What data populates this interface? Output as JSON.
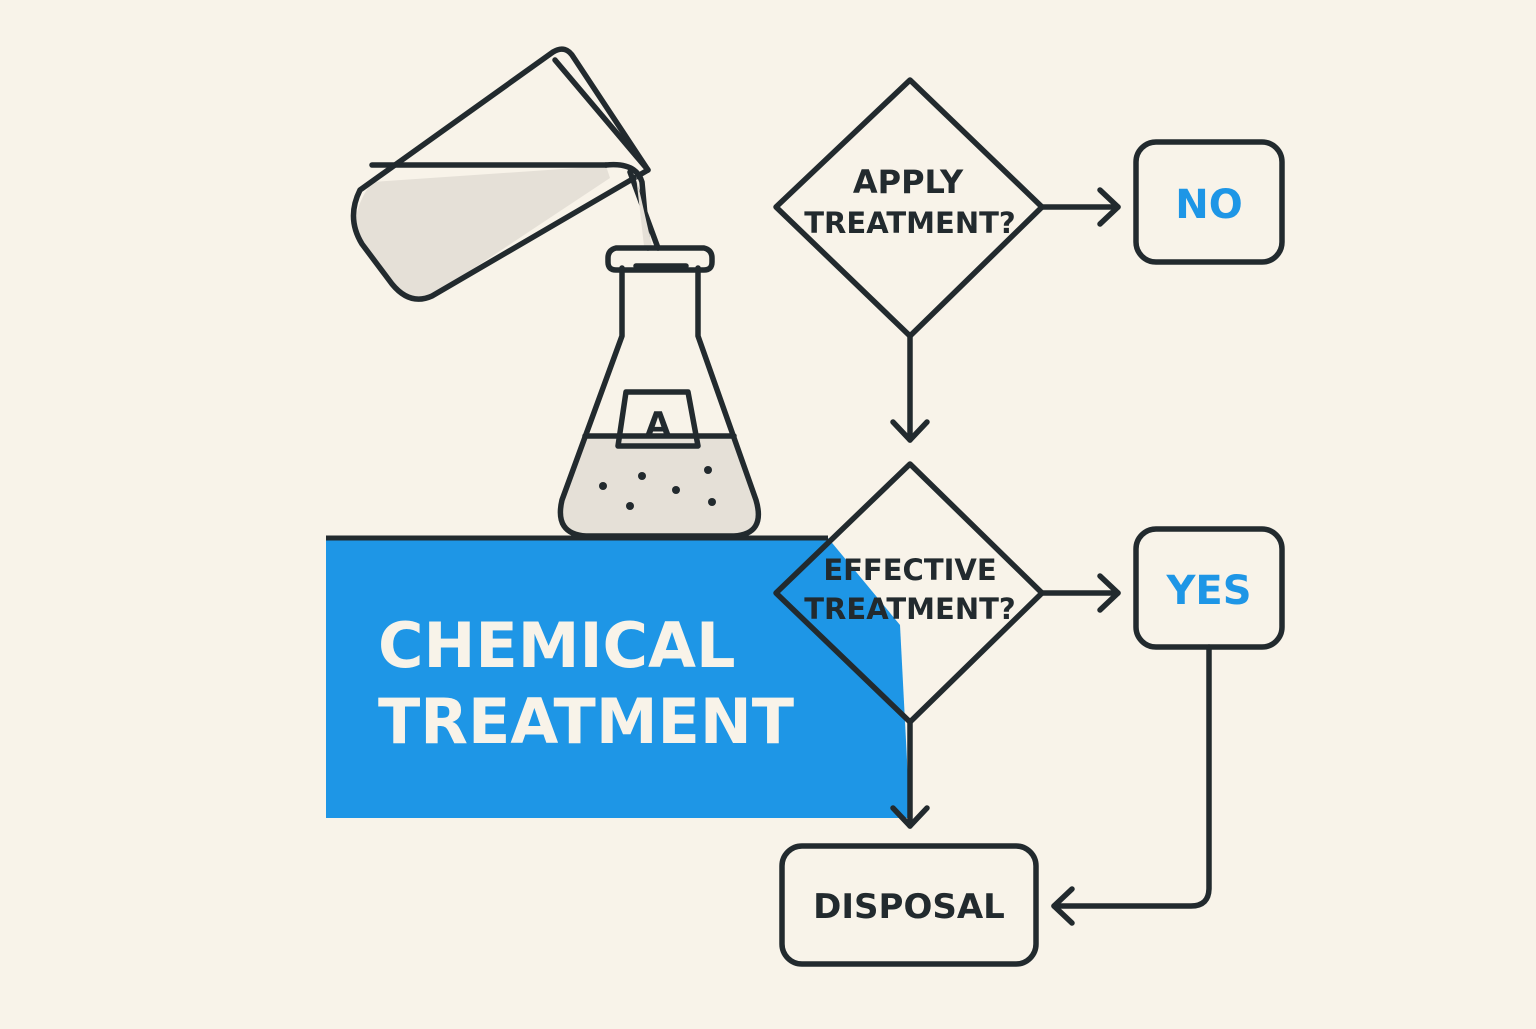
{
  "colors": {
    "background": "#f8f3e9",
    "ink": "#222a2e",
    "accent_blue": "#1e96e6",
    "liquid": "#e5e0d7"
  },
  "banner": {
    "line1": "CHEMICAL",
    "line2": "TREATMENT"
  },
  "flask": {
    "label": "A"
  },
  "decision_apply": {
    "line1": "APPLY",
    "line2": "TREATMENT?"
  },
  "decision_effective": {
    "line1": "EFFECTIVE",
    "line2": "TREATMENT?"
  },
  "box_no": {
    "label": "NO"
  },
  "box_yes": {
    "label": "YES"
  },
  "box_disposal": {
    "label": "DISPOSAL"
  },
  "icons": [
    "beaker-pouring-icon",
    "erlenmeyer-flask-icon"
  ]
}
